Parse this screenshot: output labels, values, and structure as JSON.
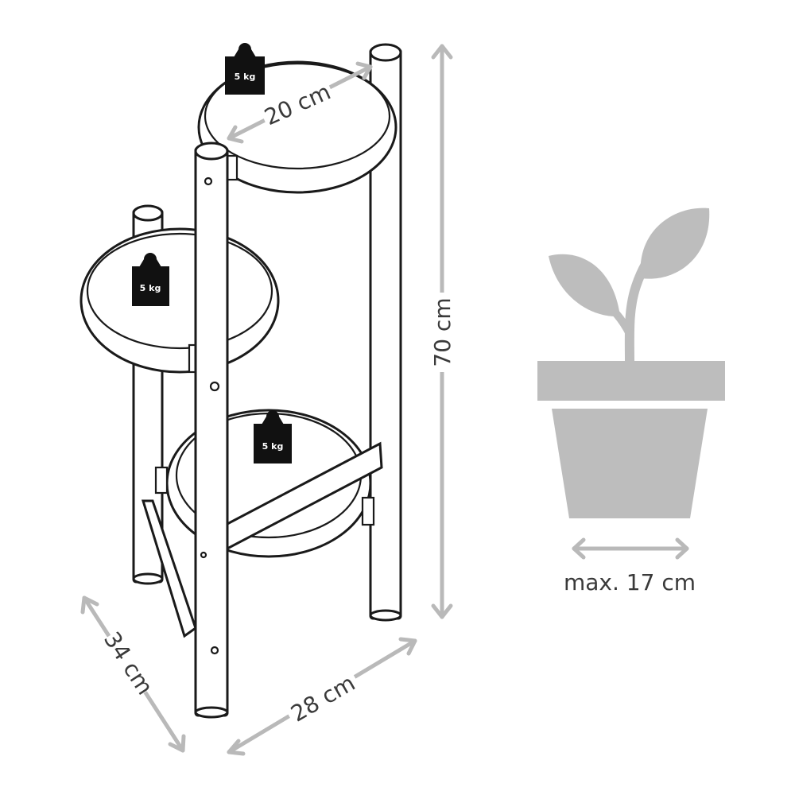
{
  "dimensions": {
    "height_label": "70 cm",
    "depth_label": "34 cm",
    "width_label": "28 cm",
    "tray_diameter_label": "20 cm",
    "pot_max_label": "max. 17 cm"
  },
  "weights": {
    "top_label": "5 kg",
    "middle_label": "5 kg",
    "bottom_label": "5 kg"
  },
  "colors": {
    "line": "#1a1a1a",
    "arrow": "#b9b9b9",
    "plant": "#bdbdbd",
    "text": "#3a3a3a"
  }
}
